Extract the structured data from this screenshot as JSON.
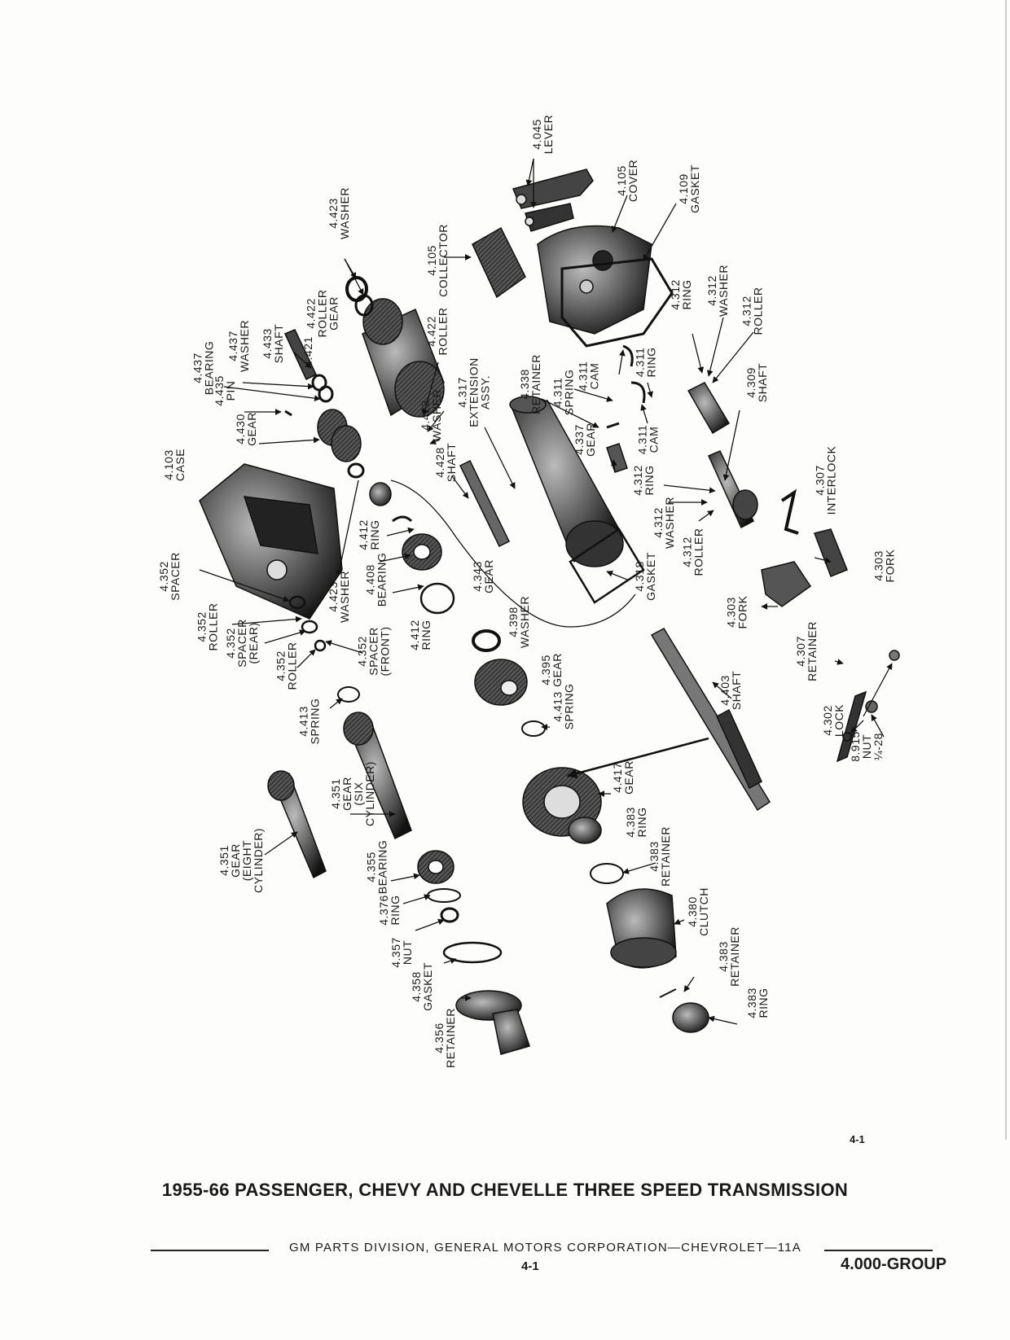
{
  "labels": [
    {
      "id": "4045-lever",
      "lines": [
        "4.045",
        "LEVER"
      ]
    },
    {
      "id": "4105-cover",
      "lines": [
        "4.105",
        "COVER"
      ]
    },
    {
      "id": "4109-gasket",
      "lines": [
        "4.109",
        "GASKET"
      ]
    },
    {
      "id": "4105-collector",
      "lines": [
        "4.105",
        "COLLECTOR"
      ]
    },
    {
      "id": "4423-washer-top",
      "lines": [
        "4.423",
        "WASHER"
      ]
    },
    {
      "id": "4422-roller-gear",
      "lines": [
        "4.422",
        "ROLLER",
        "GEAR"
      ]
    },
    {
      "id": "4421",
      "lines": [
        "4.421"
      ]
    },
    {
      "id": "4422-roller",
      "lines": [
        "4.422",
        "ROLLER"
      ]
    },
    {
      "id": "4437-washer",
      "lines": [
        "4.437",
        "WASHER"
      ]
    },
    {
      "id": "4437-bearing",
      "lines": [
        "4.437",
        "BEARING"
      ]
    },
    {
      "id": "4433-shaft",
      "lines": [
        "4.433",
        "SHAFT"
      ]
    },
    {
      "id": "4312-ring-top",
      "lines": [
        "4.312",
        "RING"
      ]
    },
    {
      "id": "4312-washer-top",
      "lines": [
        "4.312",
        "WASHER"
      ]
    },
    {
      "id": "4312-roller-top",
      "lines": [
        "4.312",
        "ROLLER"
      ]
    },
    {
      "id": "4338-retainer",
      "lines": [
        "4.338",
        "RETAINER"
      ]
    },
    {
      "id": "4311-spring",
      "lines": [
        "4.311",
        "SPRING"
      ]
    },
    {
      "id": "4311-cam-top",
      "lines": [
        "4.311",
        "CAM"
      ]
    },
    {
      "id": "4311-ring",
      "lines": [
        "4.311",
        "RING"
      ]
    },
    {
      "id": "4317-extension",
      "lines": [
        "4.317",
        "EXTENSION",
        "ASSY."
      ]
    },
    {
      "id": "4435-pin",
      "lines": [
        "4.435",
        "PIN"
      ]
    },
    {
      "id": "4430-gear",
      "lines": [
        "4.430",
        "GEAR"
      ]
    },
    {
      "id": "4103-case",
      "lines": [
        "4.103",
        "CASE"
      ]
    },
    {
      "id": "4423-washer-mid",
      "lines": [
        "4.423",
        "WASHER"
      ]
    },
    {
      "id": "4428-shaft",
      "lines": [
        "4.428",
        "SHAFT"
      ]
    },
    {
      "id": "4337-gear",
      "lines": [
        "4.337",
        "GEAR"
      ]
    },
    {
      "id": "4311-cam",
      "lines": [
        "4.311",
        "CAM"
      ]
    },
    {
      "id": "4309-shaft",
      "lines": [
        "4.309",
        "SHAFT"
      ]
    },
    {
      "id": "4312-ring-mid",
      "lines": [
        "4.312",
        "RING"
      ]
    },
    {
      "id": "4307-interlock",
      "lines": [
        "4.307",
        "INTERLOCK"
      ]
    },
    {
      "id": "4412-ring",
      "lines": [
        "4.412",
        "RING"
      ]
    },
    {
      "id": "4352-spacer",
      "lines": [
        "4.352",
        "SPACER"
      ]
    },
    {
      "id": "4408-bearing",
      "lines": [
        "4.408",
        "BEARING"
      ]
    },
    {
      "id": "4423-washer-low",
      "lines": [
        "4.423",
        "WASHER"
      ]
    },
    {
      "id": "4343-gear",
      "lines": [
        "4.343",
        "GEAR"
      ]
    },
    {
      "id": "4312-washer-mid",
      "lines": [
        "4.312",
        "WASHER"
      ]
    },
    {
      "id": "4312-roller-mid",
      "lines": [
        "4.312",
        "ROLLER"
      ]
    },
    {
      "id": "4318-gasket",
      "lines": [
        "4.318",
        "GASKET"
      ]
    },
    {
      "id": "4303-fork-right",
      "lines": [
        "4.303",
        "FORK"
      ]
    },
    {
      "id": "4352-roller",
      "lines": [
        "4.352",
        "ROLLER"
      ]
    },
    {
      "id": "4352-spacer-rear",
      "lines": [
        "4.352",
        "SPACER",
        "(REAR)"
      ]
    },
    {
      "id": "4352-roller-2",
      "lines": [
        "4.352",
        "ROLLER"
      ]
    },
    {
      "id": "4352-spacer-front",
      "lines": [
        "4.352",
        "SPACER",
        "(FRONT)"
      ]
    },
    {
      "id": "4412-ring-2",
      "lines": [
        "4.412",
        "RING"
      ]
    },
    {
      "id": "4398-washer",
      "lines": [
        "4.398",
        "WASHER"
      ]
    },
    {
      "id": "4303-fork",
      "lines": [
        "4.303",
        "FORK"
      ]
    },
    {
      "id": "4307-retainer",
      "lines": [
        "4.307",
        "RETAINER"
      ]
    },
    {
      "id": "4395-gear",
      "lines": [
        "4.395",
        "GEAR"
      ]
    },
    {
      "id": "4403-shaft",
      "lines": [
        "4.403",
        "SHAFT"
      ]
    },
    {
      "id": "4413-spring",
      "lines": [
        "4.413",
        "SPRING"
      ]
    },
    {
      "id": "4413-spring-2",
      "lines": [
        "4.413",
        "SPRING"
      ]
    },
    {
      "id": "4302-lock",
      "lines": [
        "4.302",
        "LOCK"
      ]
    },
    {
      "id": "8915-nut",
      "lines": [
        "8.915",
        "NUT",
        "¼-28"
      ]
    },
    {
      "id": "4351-gear-six",
      "lines": [
        "4.351",
        "GEAR",
        "(SIX",
        "CYLINDER)"
      ]
    },
    {
      "id": "4417-gear",
      "lines": [
        "4.417",
        "GEAR"
      ]
    },
    {
      "id": "4383-ring",
      "lines": [
        "4.383",
        "RING"
      ]
    },
    {
      "id": "4351-gear-eight",
      "lines": [
        "4.351",
        "GEAR",
        "(EIGHT",
        "CYLINDER)"
      ]
    },
    {
      "id": "4383-retainer",
      "lines": [
        "4.383",
        "RETAINER"
      ]
    },
    {
      "id": "4355-bearing",
      "lines": [
        "4.355",
        "BEARING"
      ]
    },
    {
      "id": "4376-ring",
      "lines": [
        "4.376",
        "RING"
      ]
    },
    {
      "id": "4380-clutch",
      "lines": [
        "4.380",
        "CLUTCH"
      ]
    },
    {
      "id": "4357-nut",
      "lines": [
        "4.357",
        "NUT"
      ]
    },
    {
      "id": "4383-retainer-2",
      "lines": [
        "4.383",
        "RETAINER"
      ]
    },
    {
      "id": "4358-gasket",
      "lines": [
        "4.358",
        "GASKET"
      ]
    },
    {
      "id": "4383-ring-2",
      "lines": [
        "4.383",
        "RING"
      ]
    },
    {
      "id": "4356-retainer",
      "lines": [
        "4.356",
        "RETAINER"
      ]
    }
  ],
  "page_number": "4-1",
  "title": "1955-66 PASSENGER, CHEVY AND CHEVELLE THREE SPEED TRANSMISSION",
  "footer": {
    "division": "GM PARTS DIVISION, GENERAL MOTORS CORPORATION—CHEVROLET—11A",
    "page": "4-1",
    "group": "4.000-GROUP"
  }
}
